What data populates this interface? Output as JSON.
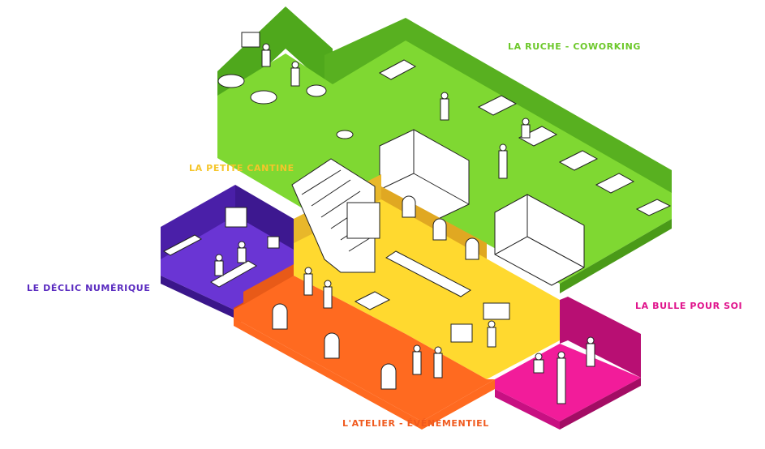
{
  "zones": {
    "ruche": {
      "label": "LA RUCHE - COWORKING",
      "color": "#6cc82a"
    },
    "cantine": {
      "label": "LA PETITE CANTINE",
      "color": "#f5c52a"
    },
    "declic": {
      "label": "LE DÉCLIC NUMÉRIQUE",
      "color": "#5a2bc0"
    },
    "bulle": {
      "label": "LA BULLE POUR SOI",
      "color": "#e0138c"
    },
    "atelier": {
      "label": "L'ATELIER - ÉVÉNEMENTIEL",
      "color": "#f05a1e"
    }
  },
  "colors": {
    "ruche_floor": "#7fd832",
    "ruche_wall": "#58b020",
    "cantine_floor": "#ffd92f",
    "cantine_wall": "#e8b72a",
    "declic_floor": "#6a35d4",
    "declic_wall": "#4a1fa8",
    "bulle_floor": "#f21c9a",
    "bulle_wall": "#b80f73",
    "atelier_floor": "#ff6a20",
    "atelier_wall": "#d94a12",
    "line": "#222222",
    "white": "#ffffff"
  }
}
